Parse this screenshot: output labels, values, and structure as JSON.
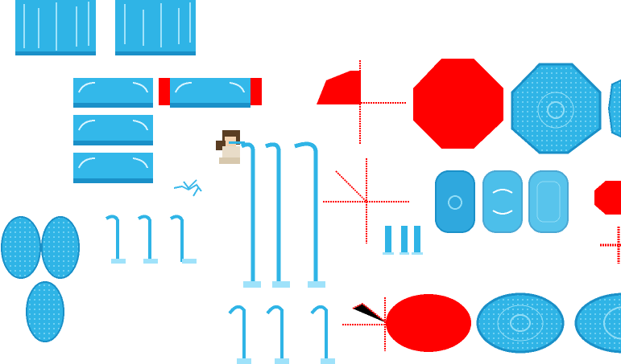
{
  "sprite_sheet": {
    "colors": {
      "water": "#2fb4e6",
      "water_dark": "#1a90c8",
      "water_light": "#8fdcf6",
      "highlight": "#d8f4ff",
      "marker": "#ff0000",
      "background": "#ffffff"
    },
    "icons": [
      "waterfall-tile",
      "water-block",
      "character-sprite",
      "water-splash",
      "fountain-jet",
      "water-orb",
      "collision-marker",
      "water-pool",
      "water-capsule",
      "water-pillar"
    ]
  }
}
